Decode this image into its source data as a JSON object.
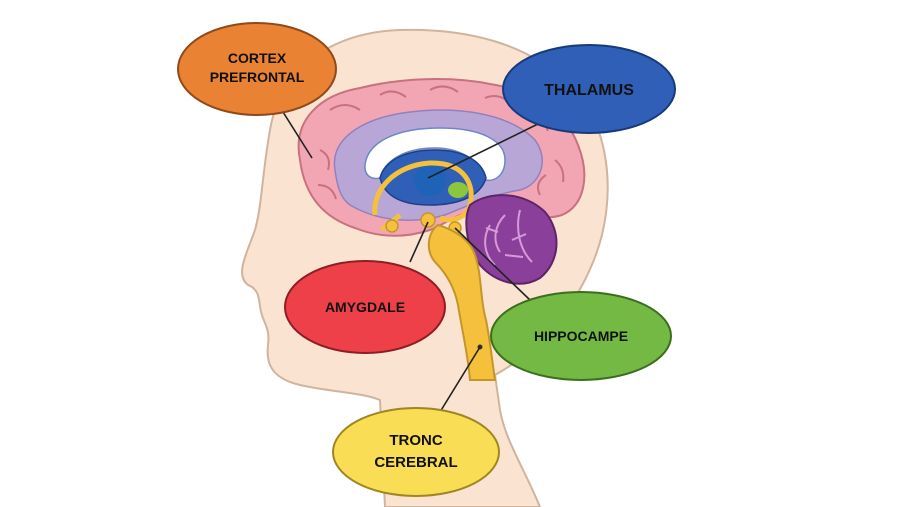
{
  "labels": {
    "cortex_line1": "CORTEX",
    "cortex_line2": "PREFRONTAL",
    "thalamus": "THALAMUS",
    "amygdale": "AMYGDALE",
    "hippocampe": "HIPPOCAMPE",
    "tronc_line1": "TRONC",
    "tronc_line2": "CEREBRAL"
  },
  "colors": {
    "cortex": "#e98233",
    "thalamus": "#2f5fb7",
    "amygdale": "#ee4049",
    "hippocampe": "#74b944",
    "tronc": "#f8dd55",
    "skin": "#fae3d1",
    "brain": "#f2a6b4",
    "cerebellum": "#8a3f9a",
    "stem": "#f5c13c"
  }
}
